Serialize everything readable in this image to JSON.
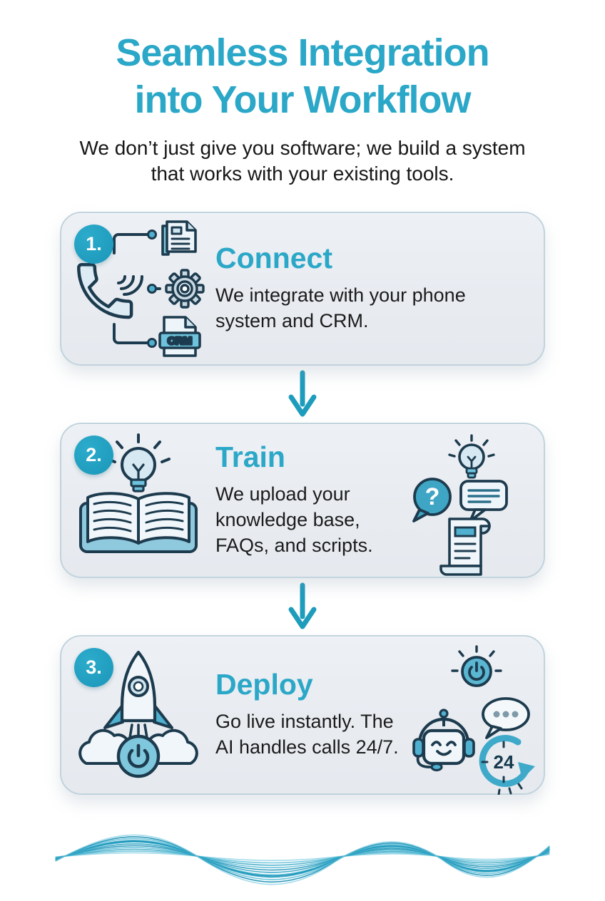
{
  "colors": {
    "teal_title": "#2ba7c8",
    "teal_badge": "#1d9ec0",
    "teal_accent": "#4fb0cf",
    "teal_arrow": "#1e9cbc",
    "icon_stroke": "#1d3b4e",
    "icon_fill_light": "#f0f6fa",
    "icon_fill_mid": "#cfe4ef",
    "card_background": "#e9edf2",
    "card_border": "#c1d3dd",
    "text_dark": "#1b1b1b",
    "page_background": "#ffffff"
  },
  "header": {
    "title_line1": "Seamless Integration",
    "title_line2": "into Your Workflow",
    "subtitle_line1": "We don’t just give you software; we build a system",
    "subtitle_line2": "that works with your existing tools."
  },
  "steps": [
    {
      "number": "1.",
      "title": "Connect",
      "description": "We integrate with your phone system and CRM.",
      "left_icon": "phone-crm-integration-icon",
      "crm_label": "CRM"
    },
    {
      "number": "2.",
      "title": "Train",
      "description": "We upload your knowledge base, FAQs, and scripts.",
      "left_icon": "book-lightbulb-icon",
      "right_icons": [
        "lightbulb-icon",
        "question-bubble-icon",
        "chat-bubble-icon",
        "scroll-icon"
      ],
      "question_glyph": "?"
    },
    {
      "number": "3.",
      "title": "Deploy",
      "description": "Go live instantly. The AI handles calls 24/7.",
      "left_icon": "rocket-launch-icon",
      "right_icons": [
        "power-button-icon",
        "chat-dots-icon",
        "robot-headset-icon",
        "clock-24-icon"
      ],
      "clock_label": "24"
    }
  ]
}
